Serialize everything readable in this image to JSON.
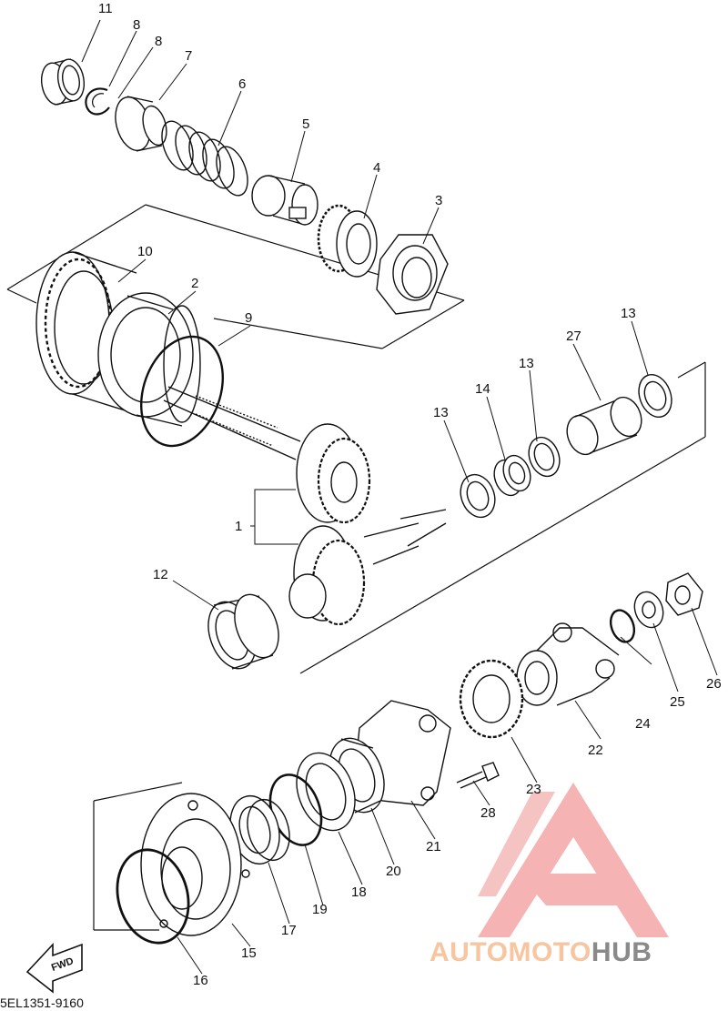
{
  "diagram": {
    "part_code": "5EL1351-9160",
    "fwd_label": "FWD",
    "watermark": {
      "part_a": "AUTOMOTO",
      "part_b": "HUB",
      "color_a": "#f7c59f",
      "color_b": "#8a8a8a",
      "logo_color": "#f29a9a"
    },
    "callouts": [
      {
        "id": "c1",
        "label": "1"
      },
      {
        "id": "c2",
        "label": "2"
      },
      {
        "id": "c3",
        "label": "3"
      },
      {
        "id": "c4",
        "label": "4"
      },
      {
        "id": "c5",
        "label": "5"
      },
      {
        "id": "c6",
        "label": "6"
      },
      {
        "id": "c7",
        "label": "7"
      },
      {
        "id": "c8a",
        "label": "8"
      },
      {
        "id": "c8b",
        "label": "8"
      },
      {
        "id": "c9",
        "label": "9"
      },
      {
        "id": "c10",
        "label": "10"
      },
      {
        "id": "c11",
        "label": "11"
      },
      {
        "id": "c12",
        "label": "12"
      },
      {
        "id": "c13a",
        "label": "13"
      },
      {
        "id": "c13b",
        "label": "13"
      },
      {
        "id": "c13c",
        "label": "13"
      },
      {
        "id": "c14",
        "label": "14"
      },
      {
        "id": "c15",
        "label": "15"
      },
      {
        "id": "c16",
        "label": "16"
      },
      {
        "id": "c17",
        "label": "17"
      },
      {
        "id": "c18",
        "label": "18"
      },
      {
        "id": "c19",
        "label": "19"
      },
      {
        "id": "c20",
        "label": "20"
      },
      {
        "id": "c21",
        "label": "21"
      },
      {
        "id": "c22",
        "label": "22"
      },
      {
        "id": "c23",
        "label": "23"
      },
      {
        "id": "c24",
        "label": "24"
      },
      {
        "id": "c25",
        "label": "25"
      },
      {
        "id": "c26",
        "label": "26"
      },
      {
        "id": "c27",
        "label": "27"
      },
      {
        "id": "c28",
        "label": "28"
      }
    ]
  }
}
